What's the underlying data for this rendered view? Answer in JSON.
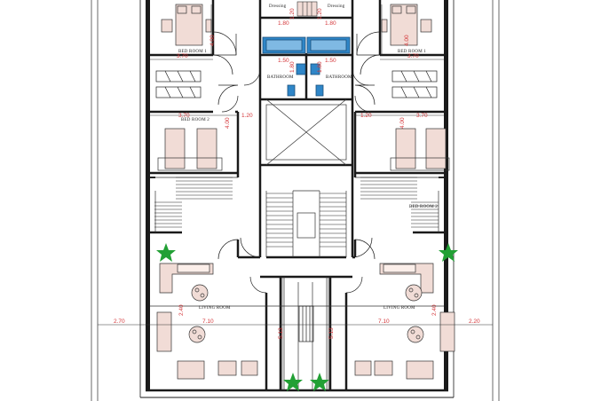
{
  "room_labels": {
    "bedroom_left_top": "BED ROOM 1",
    "bedroom_right_top": "BED ROOM 1",
    "bedroom_left_mid": "BED ROOM 2",
    "bedroom_right_mid": "BED ROOM 2",
    "bathroom_left": "BATHROOM",
    "bathroom_right": "BATHROOM",
    "dressing_left": "Dressing",
    "dressing_right": "Dressing",
    "living_left": "LIVING ROOM",
    "living_right": "LIVING ROOM"
  },
  "dimensions": {
    "left_outer": "2.70",
    "right_outer": "2.20",
    "living_left_width": "7.10",
    "living_right_width": "7.10",
    "bed1_left_width": "3.70",
    "bed1_right_width": "3.70",
    "bed2_left_width": "3.70",
    "bed2_right_width": "3.70",
    "bed1_left_depth": "4.00",
    "bed1_right_depth": "4.00",
    "bed2_left_depth": "4.00",
    "bed2_right_depth": "4.00",
    "corridor_left": "1.20",
    "corridor_right": "1.20",
    "bath_top_left": "1.80",
    "bath_top_right": "1.80",
    "bath_mid_left": "1.50",
    "bath_mid_right": "1.50",
    "shaft_v_left": "1.20",
    "shaft_v_right": "1.20",
    "shaft_v_left2": "1.80",
    "shaft_v_right2": "1.80",
    "living_v_left": "2.40",
    "living_v_right": "2.40",
    "entry_v_left": "5.13",
    "entry_v_right": "5.13"
  },
  "colors": {
    "wall": "#1a1a1a",
    "dimension": "#d4373a",
    "furniture_fill": "#f1dcd6",
    "bath_blue": "#2f86c8",
    "plant_green": "#22a035"
  }
}
